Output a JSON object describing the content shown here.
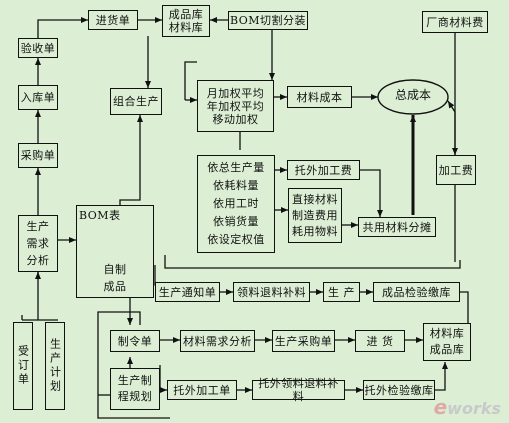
{
  "boxes": {
    "yanshou": "验收单",
    "jinhuo_top": "进货单",
    "chengpinku_top": "成品库\n材料库",
    "bom_split": "BOM切割分装",
    "changshang": "厂商材料费",
    "rukudan": "入库单",
    "zuhe": "组合生产",
    "jiaquan": "月加权平均\n年加权平均\n移动加权",
    "cailiao_chengben": "材料成本",
    "zong_chengben": "总成本",
    "caigou": "采购单",
    "jiagong_fei": "加工费",
    "yiju": "依总生产量\n依耗料量\n依用工时\n依销货量\n依设定权值",
    "tuowai_fei": "托外加工费",
    "zhijie": "直接材料\n制造费用\n耗用物料",
    "gongyong": "共用材料分摊",
    "xuqiu": "生产\n需求\n分析",
    "bom_table": "BOM表",
    "zizhi": "自制\n成品",
    "tongzhi": "生产通知单",
    "lingliao": "领料退料补料",
    "shengchan": "生 产",
    "jianyan": "成品检验缴库",
    "zhiling": "制令单",
    "xuqiu_fenxi": "材料需求分析",
    "shengchan_caigou": "生产采购单",
    "jinhuo_mid": "进 货",
    "kucun_bottom": "材料库\n成品库",
    "guihua": "生产制\n程规划",
    "tuowai_gongdan": "托外加工单",
    "tuowai_lingliao": "托外领料退料补料",
    "tuowai_jianyan": "托外检验缴库",
    "shouding": "受订单",
    "shengchan_jihua": "生产计划"
  },
  "watermark": {
    "e": "e",
    "rest": "works"
  }
}
